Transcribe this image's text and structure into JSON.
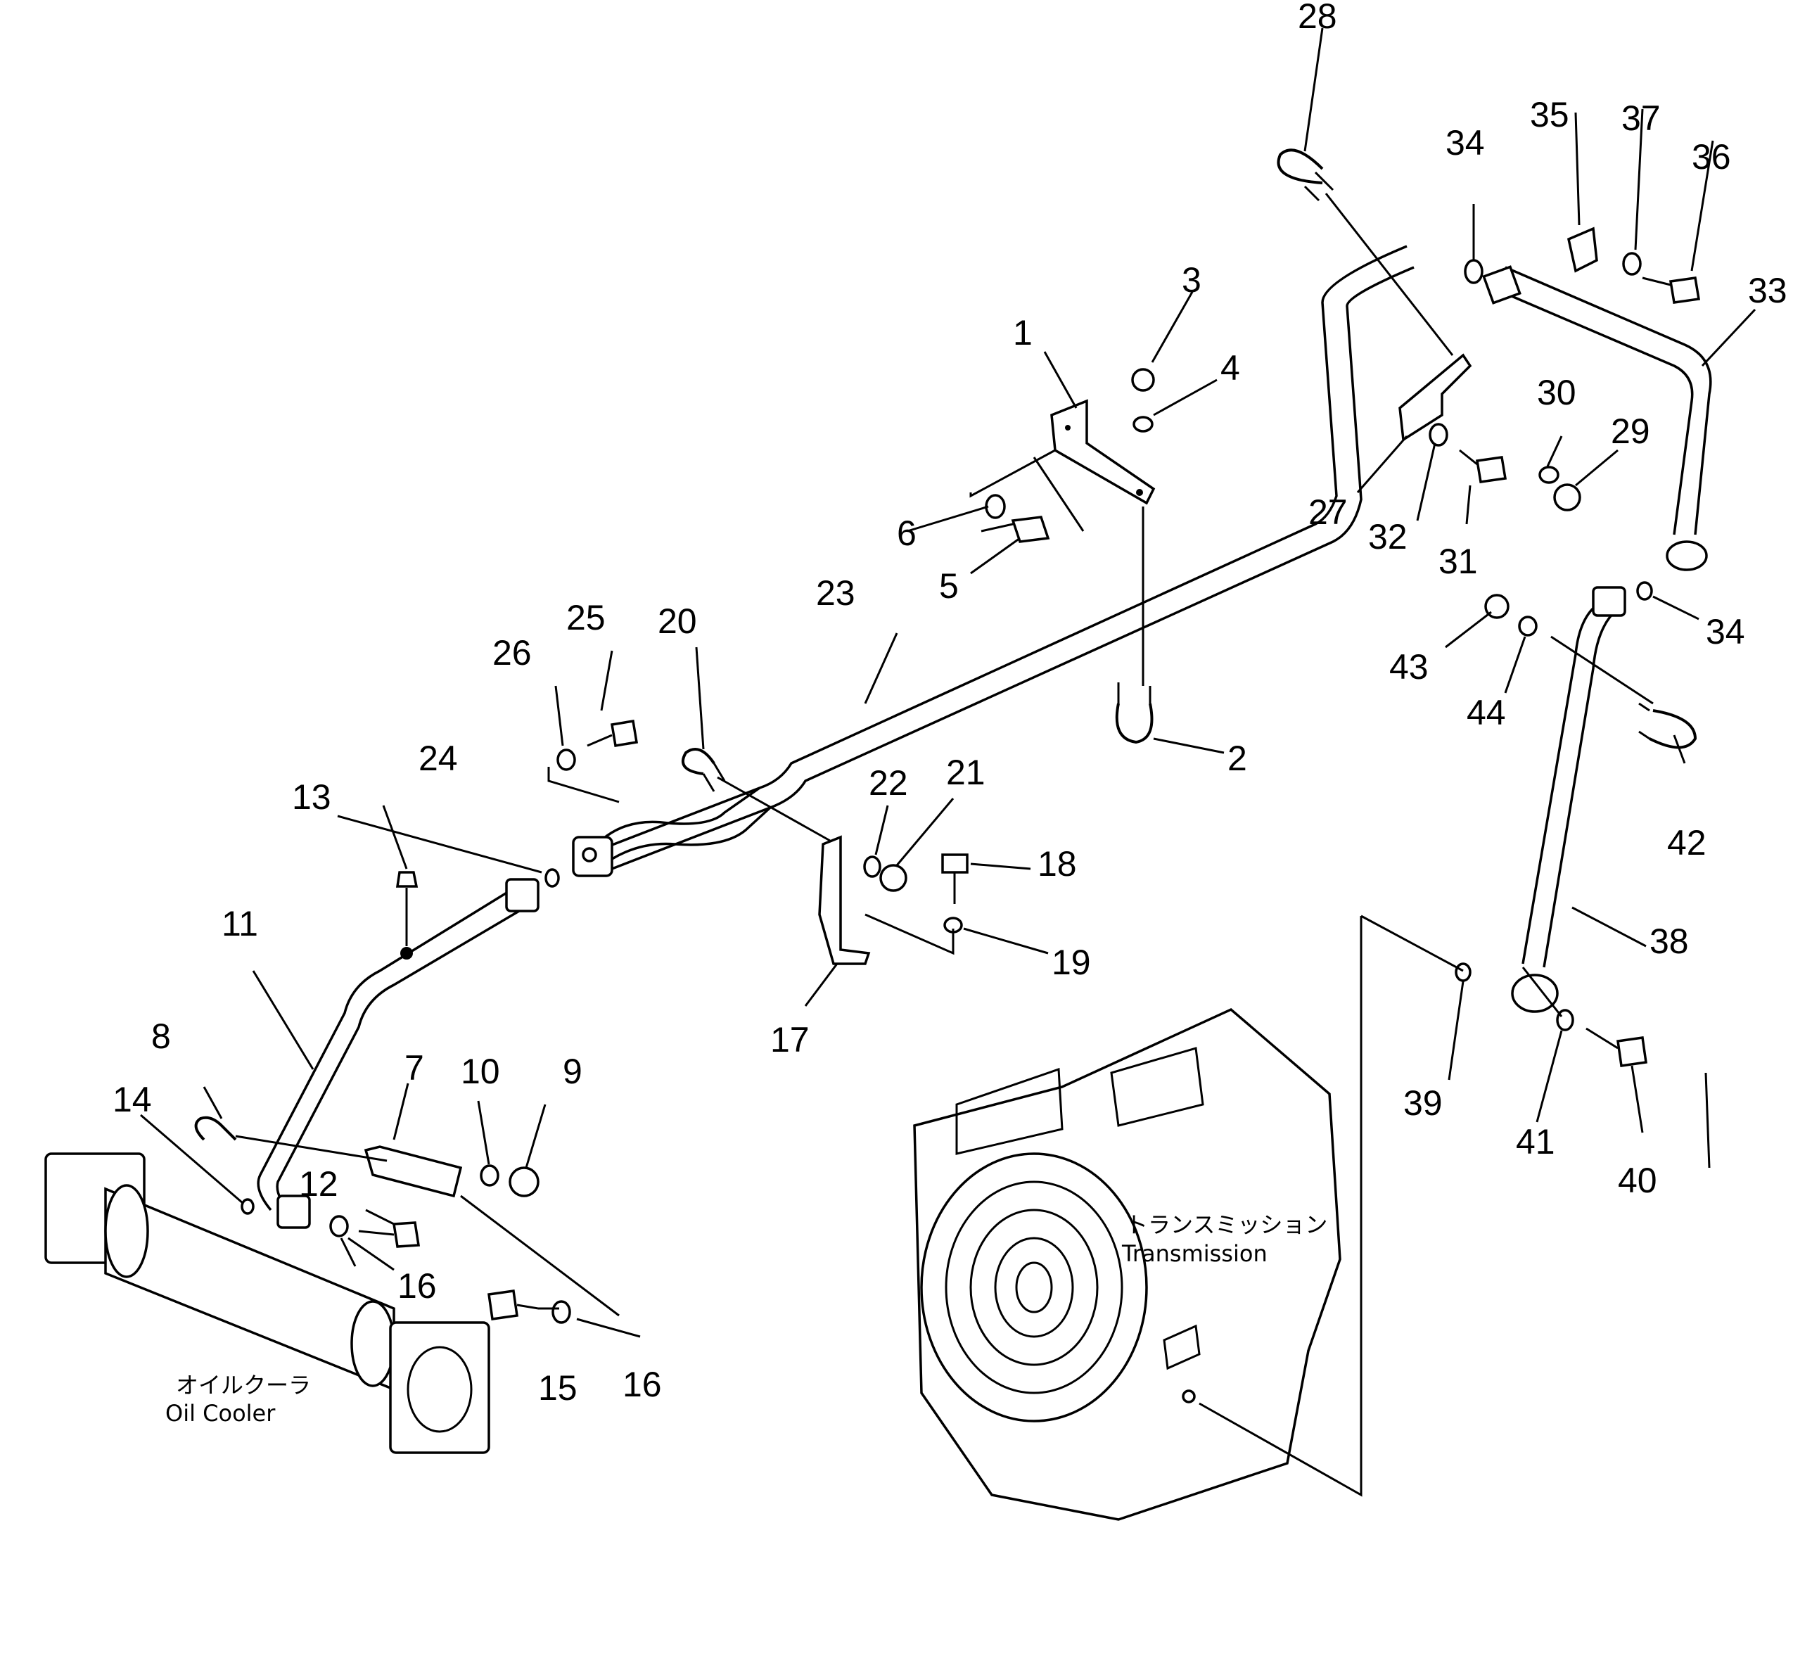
{
  "colors": {
    "ink": "#000000",
    "paper": "#ffffff"
  },
  "callouts": [
    {
      "id": "28",
      "label": "28"
    },
    {
      "id": "34a",
      "label": "34"
    },
    {
      "id": "35",
      "label": "35"
    },
    {
      "id": "37",
      "label": "37"
    },
    {
      "id": "36",
      "label": "36"
    },
    {
      "id": "33",
      "label": "33"
    },
    {
      "id": "3",
      "label": "3"
    },
    {
      "id": "1",
      "label": "1"
    },
    {
      "id": "4",
      "label": "4"
    },
    {
      "id": "30",
      "label": "30"
    },
    {
      "id": "29",
      "label": "29"
    },
    {
      "id": "6",
      "label": "6"
    },
    {
      "id": "5",
      "label": "5"
    },
    {
      "id": "27",
      "label": "27"
    },
    {
      "id": "32",
      "label": "32"
    },
    {
      "id": "31",
      "label": "31"
    },
    {
      "id": "34b",
      "label": "34"
    },
    {
      "id": "43",
      "label": "43"
    },
    {
      "id": "44",
      "label": "44"
    },
    {
      "id": "23",
      "label": "23"
    },
    {
      "id": "25",
      "label": "25"
    },
    {
      "id": "20",
      "label": "20"
    },
    {
      "id": "26",
      "label": "26"
    },
    {
      "id": "2",
      "label": "2"
    },
    {
      "id": "24",
      "label": "24"
    },
    {
      "id": "22",
      "label": "22"
    },
    {
      "id": "21",
      "label": "21"
    },
    {
      "id": "42",
      "label": "42"
    },
    {
      "id": "13",
      "label": "13"
    },
    {
      "id": "18",
      "label": "18"
    },
    {
      "id": "11",
      "label": "11"
    },
    {
      "id": "19",
      "label": "19"
    },
    {
      "id": "38",
      "label": "38"
    },
    {
      "id": "17",
      "label": "17"
    },
    {
      "id": "8",
      "label": "8"
    },
    {
      "id": "7",
      "label": "7"
    },
    {
      "id": "10",
      "label": "10"
    },
    {
      "id": "9",
      "label": "9"
    },
    {
      "id": "14",
      "label": "14"
    },
    {
      "id": "39",
      "label": "39"
    },
    {
      "id": "41",
      "label": "41"
    },
    {
      "id": "40",
      "label": "40"
    },
    {
      "id": "12",
      "label": "12"
    },
    {
      "id": "16a",
      "label": "16"
    },
    {
      "id": "15",
      "label": "15"
    },
    {
      "id": "16b",
      "label": "16"
    }
  ],
  "captions": {
    "transmission_jp": "トランスミッション",
    "transmission_en": "Transmission",
    "oil_cooler_jp": "オイルクーラ",
    "oil_cooler_en": "Oil Cooler"
  }
}
